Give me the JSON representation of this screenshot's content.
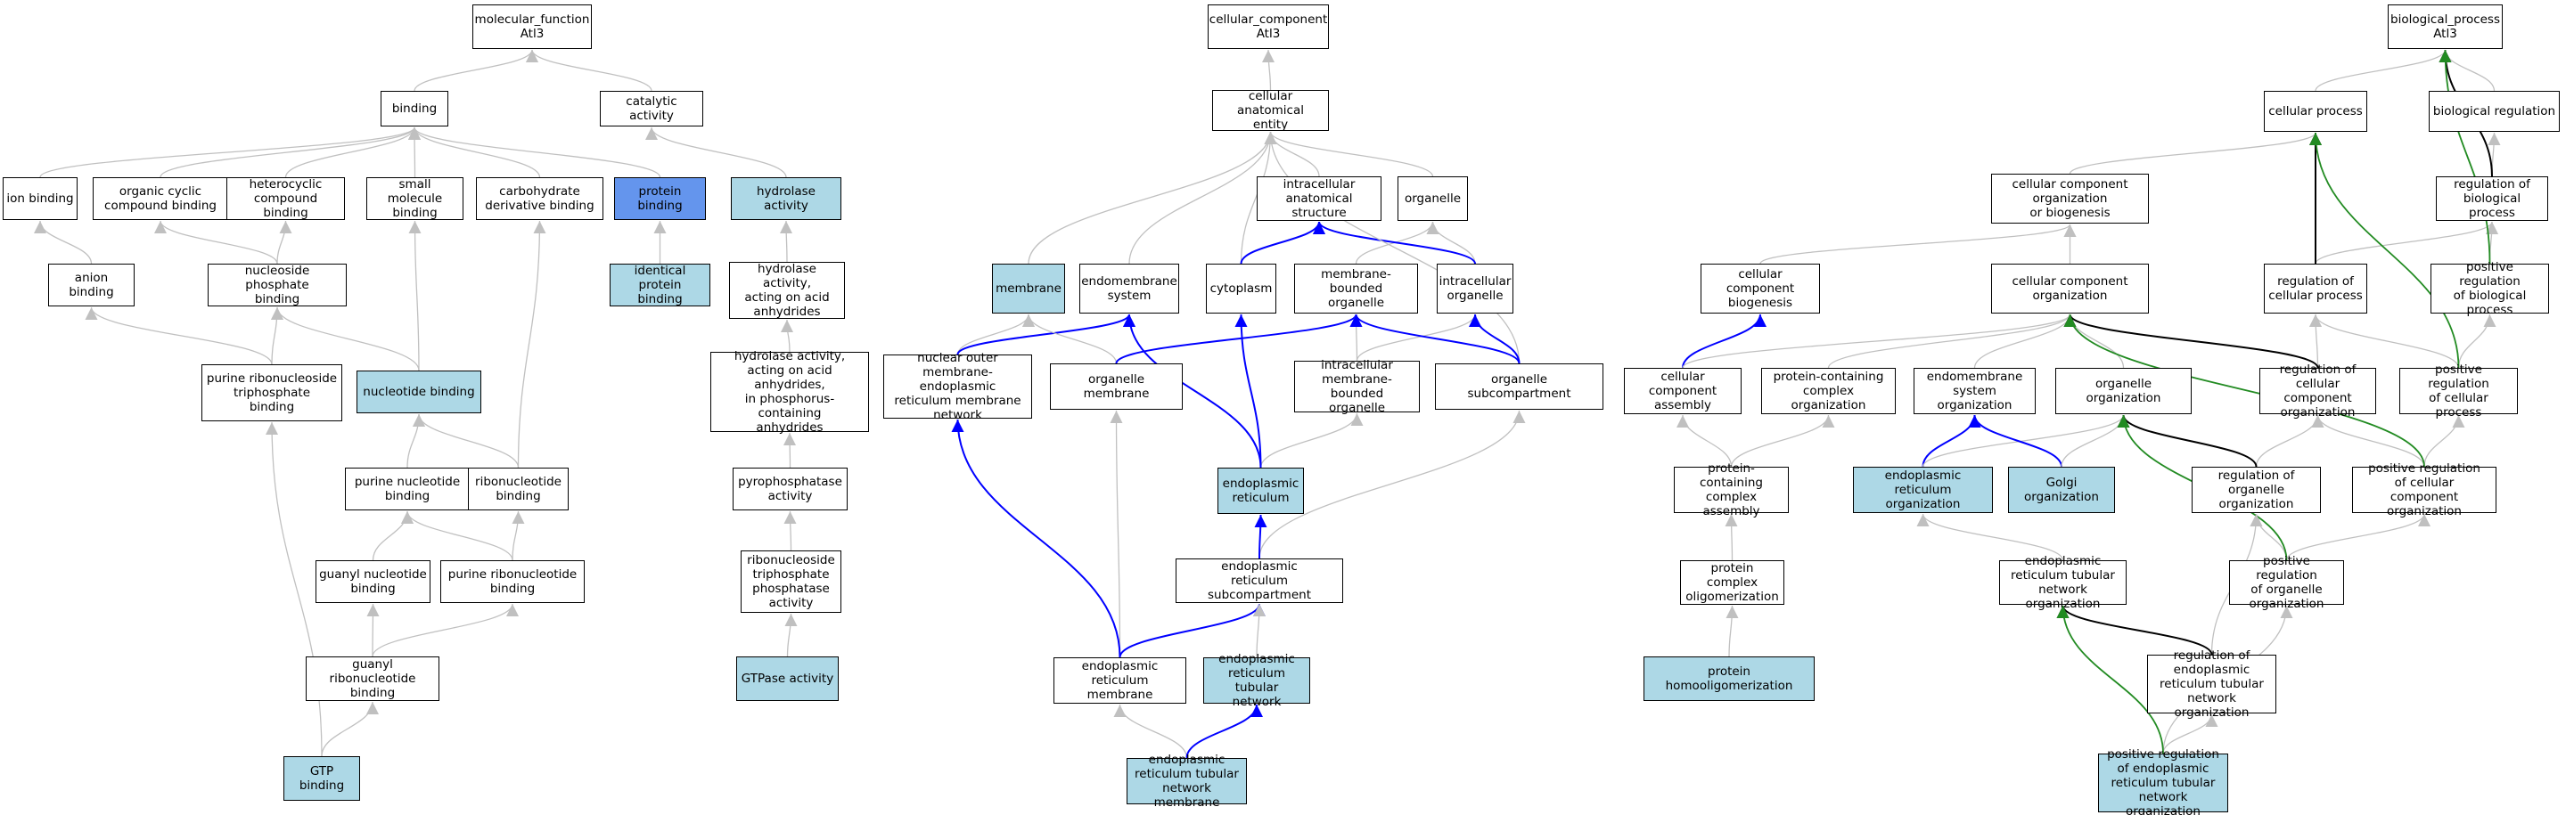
{
  "colors": {
    "node_fill": "#ffffff",
    "node_highlight": "#add8e6",
    "node_selected": "#6495ed",
    "edge_is_a": "#c0c0c0",
    "edge_part_of": "#0000ff",
    "edge_regulates": "#000000",
    "edge_positively_regulates": "#228b22"
  },
  "nodes": [
    {
      "id": "mf",
      "label": "molecular_function\nAtl3",
      "fill": "white"
    },
    {
      "id": "binding",
      "label": "binding",
      "fill": "white"
    },
    {
      "id": "catalytic",
      "label": "catalytic activity",
      "fill": "white"
    },
    {
      "id": "ionbind",
      "label": "ion binding",
      "fill": "white"
    },
    {
      "id": "orgcyclic",
      "label": "organic cyclic\ncompound binding",
      "fill": "white"
    },
    {
      "id": "heterocyclic",
      "label": "heterocyclic\ncompound binding",
      "fill": "white"
    },
    {
      "id": "smallmol",
      "label": "small molecule\nbinding",
      "fill": "white"
    },
    {
      "id": "carbo",
      "label": "carbohydrate\nderivative binding",
      "fill": "white"
    },
    {
      "id": "protbind",
      "label": "protein binding",
      "fill": "selected"
    },
    {
      "id": "hydrolase",
      "label": "hydrolase activity",
      "fill": "highlight"
    },
    {
      "id": "anion",
      "label": "anion binding",
      "fill": "white"
    },
    {
      "id": "nucphos",
      "label": "nucleoside phosphate\nbinding",
      "fill": "white"
    },
    {
      "id": "identprot",
      "label": "identical protein\nbinding",
      "fill": "highlight"
    },
    {
      "id": "hydacid",
      "label": "hydrolase activity,\nacting on acid\nanhydrides",
      "fill": "white"
    },
    {
      "id": "purribotri",
      "label": "purine ribonucleoside\ntriphosphate\nbinding",
      "fill": "white"
    },
    {
      "id": "nucbind",
      "label": "nucleotide binding",
      "fill": "highlight"
    },
    {
      "id": "hydphos",
      "label": "hydrolase activity,\nacting on acid\nanhydrides,\nin phosphorus-containing\nanhydrides",
      "fill": "white"
    },
    {
      "id": "purnuc",
      "label": "purine nucleotide\nbinding",
      "fill": "white"
    },
    {
      "id": "ribonuc",
      "label": "ribonucleotide\nbinding",
      "fill": "white"
    },
    {
      "id": "pyrophos",
      "label": "pyrophosphatase\nactivity",
      "fill": "white"
    },
    {
      "id": "guanylnuc",
      "label": "guanyl nucleotide\nbinding",
      "fill": "white"
    },
    {
      "id": "purribonuc",
      "label": "purine ribonucleotide\nbinding",
      "fill": "white"
    },
    {
      "id": "rntpase",
      "label": "ribonucleoside\ntriphosphate\nphosphatase\nactivity",
      "fill": "white"
    },
    {
      "id": "guanylribo",
      "label": "guanyl ribonucleotide\nbinding",
      "fill": "white"
    },
    {
      "id": "gtpase",
      "label": "GTPase activity",
      "fill": "highlight"
    },
    {
      "id": "gtpbind",
      "label": "GTP binding",
      "fill": "highlight"
    },
    {
      "id": "cc",
      "label": "cellular_component\nAtl3",
      "fill": "white"
    },
    {
      "id": "cae",
      "label": "cellular anatomical\nentity",
      "fill": "white"
    },
    {
      "id": "intraanat",
      "label": "intracellular\nanatomical structure",
      "fill": "white"
    },
    {
      "id": "organelle",
      "label": "organelle",
      "fill": "white"
    },
    {
      "id": "membrane",
      "label": "membrane",
      "fill": "highlight"
    },
    {
      "id": "endomem",
      "label": "endomembrane\nsystem",
      "fill": "white"
    },
    {
      "id": "cytoplasm",
      "label": "cytoplasm",
      "fill": "white"
    },
    {
      "id": "membbound",
      "label": "membrane-bounded\norganelle",
      "fill": "white"
    },
    {
      "id": "intraorg",
      "label": "intracellular\norganelle",
      "fill": "white"
    },
    {
      "id": "nucouter",
      "label": "nuclear outer\nmembrane-endoplasmic\nreticulum membrane\nnetwork",
      "fill": "white"
    },
    {
      "id": "orgmem",
      "label": "organelle membrane",
      "fill": "white"
    },
    {
      "id": "intramemb",
      "label": "intracellular\nmembrane-bounded\norganelle",
      "fill": "white"
    },
    {
      "id": "orgsub",
      "label": "organelle subcompartment",
      "fill": "white"
    },
    {
      "id": "er",
      "label": "endoplasmic\nreticulum",
      "fill": "highlight"
    },
    {
      "id": "ersub",
      "label": "endoplasmic\nreticulum subcompartment",
      "fill": "white"
    },
    {
      "id": "ermem",
      "label": "endoplasmic\nreticulum membrane",
      "fill": "white"
    },
    {
      "id": "ertubnet",
      "label": "endoplasmic\nreticulum tubular\nnetwork",
      "fill": "highlight"
    },
    {
      "id": "ertubmem",
      "label": "endoplasmic\nreticulum tubular\nnetwork membrane",
      "fill": "highlight"
    },
    {
      "id": "bp",
      "label": "biological_process\nAtl3",
      "fill": "white"
    },
    {
      "id": "cellproc",
      "label": "cellular process",
      "fill": "white"
    },
    {
      "id": "bioreg",
      "label": "biological regulation",
      "fill": "white"
    },
    {
      "id": "ccorgbio",
      "label": "cellular component\norganization\nor biogenesis",
      "fill": "white"
    },
    {
      "id": "regbio",
      "label": "regulation of\nbiological process",
      "fill": "white"
    },
    {
      "id": "ccbiogen",
      "label": "cellular component\nbiogenesis",
      "fill": "white"
    },
    {
      "id": "ccorg",
      "label": "cellular component\norganization",
      "fill": "white"
    },
    {
      "id": "regcellproc",
      "label": "regulation of\ncellular process",
      "fill": "white"
    },
    {
      "id": "posregbio",
      "label": "positive regulation\nof biological\nprocess",
      "fill": "white"
    },
    {
      "id": "ccassembly",
      "label": "cellular component\nassembly",
      "fill": "white"
    },
    {
      "id": "protcomplexorg",
      "label": "protein-containing\ncomplex organization",
      "fill": "white"
    },
    {
      "id": "endomemorg",
      "label": "endomembrane\nsystem organization",
      "fill": "white"
    },
    {
      "id": "orgorg",
      "label": "organelle organization",
      "fill": "white"
    },
    {
      "id": "regccorg",
      "label": "regulation of\ncellular component\norganization",
      "fill": "white"
    },
    {
      "id": "posregcell",
      "label": "positive regulation\nof cellular\nprocess",
      "fill": "white"
    },
    {
      "id": "protcomplexasm",
      "label": "protein-containing\ncomplex assembly",
      "fill": "white"
    },
    {
      "id": "erorg",
      "label": "endoplasmic\nreticulum organization",
      "fill": "highlight"
    },
    {
      "id": "golgiorg",
      "label": "Golgi organization",
      "fill": "highlight"
    },
    {
      "id": "regorgorg",
      "label": "regulation of\norganelle organization",
      "fill": "white"
    },
    {
      "id": "posregccorg",
      "label": "positive regulation\nof cellular\ncomponent organization",
      "fill": "white"
    },
    {
      "id": "protcomplexolig",
      "label": "protein complex\noligomerization",
      "fill": "white"
    },
    {
      "id": "ertuborg",
      "label": "endoplasmic\nreticulum tubular\nnetwork organization",
      "fill": "white"
    },
    {
      "id": "posregorgorg",
      "label": "positive regulation\nof organelle\norganization",
      "fill": "white"
    },
    {
      "id": "protolig",
      "label": "protein homooligomerization",
      "fill": "highlight"
    },
    {
      "id": "regertub",
      "label": "regulation of\nendoplasmic\nreticulum tubular\nnetwork organization",
      "fill": "white"
    },
    {
      "id": "posregertub",
      "label": "positive regulation\nof endoplasmic\nreticulum tubular\nnetwork organization",
      "fill": "highlight"
    }
  ],
  "edges": [
    {
      "from": "binding",
      "to": "mf",
      "type": "is_a"
    },
    {
      "from": "catalytic",
      "to": "mf",
      "type": "is_a"
    },
    {
      "from": "ionbind",
      "to": "binding",
      "type": "is_a"
    },
    {
      "from": "orgcyclic",
      "to": "binding",
      "type": "is_a"
    },
    {
      "from": "heterocyclic",
      "to": "binding",
      "type": "is_a"
    },
    {
      "from": "smallmol",
      "to": "binding",
      "type": "is_a"
    },
    {
      "from": "carbo",
      "to": "binding",
      "type": "is_a"
    },
    {
      "from": "protbind",
      "to": "binding",
      "type": "is_a"
    },
    {
      "from": "hydrolase",
      "to": "catalytic",
      "type": "is_a"
    },
    {
      "from": "anion",
      "to": "ionbind",
      "type": "is_a"
    },
    {
      "from": "nucphos",
      "to": "orgcyclic",
      "type": "is_a"
    },
    {
      "from": "nucphos",
      "to": "heterocyclic",
      "type": "is_a"
    },
    {
      "from": "identprot",
      "to": "protbind",
      "type": "is_a"
    },
    {
      "from": "hydacid",
      "to": "hydrolase",
      "type": "is_a"
    },
    {
      "from": "purribotri",
      "to": "anion",
      "type": "is_a"
    },
    {
      "from": "purribotri",
      "to": "nucphos",
      "type": "is_a"
    },
    {
      "from": "nucbind",
      "to": "nucphos",
      "type": "is_a"
    },
    {
      "from": "nucbind",
      "to": "smallmol",
      "type": "is_a"
    },
    {
      "from": "hydphos",
      "to": "hydacid",
      "type": "is_a"
    },
    {
      "from": "purnuc",
      "to": "nucbind",
      "type": "is_a"
    },
    {
      "from": "ribonuc",
      "to": "nucbind",
      "type": "is_a"
    },
    {
      "from": "ribonuc",
      "to": "carbo",
      "type": "is_a"
    },
    {
      "from": "pyrophos",
      "to": "hydphos",
      "type": "is_a"
    },
    {
      "from": "guanylnuc",
      "to": "purnuc",
      "type": "is_a"
    },
    {
      "from": "purribonuc",
      "to": "purnuc",
      "type": "is_a"
    },
    {
      "from": "purribonuc",
      "to": "ribonuc",
      "type": "is_a"
    },
    {
      "from": "rntpase",
      "to": "pyrophos",
      "type": "is_a"
    },
    {
      "from": "guanylribo",
      "to": "guanylnuc",
      "type": "is_a"
    },
    {
      "from": "guanylribo",
      "to": "purribonuc",
      "type": "is_a"
    },
    {
      "from": "gtpase",
      "to": "rntpase",
      "type": "is_a"
    },
    {
      "from": "gtpbind",
      "to": "guanylribo",
      "type": "is_a"
    },
    {
      "from": "gtpbind",
      "to": "purribotri",
      "type": "is_a"
    },
    {
      "from": "cae",
      "to": "cc",
      "type": "is_a"
    },
    {
      "from": "intraanat",
      "to": "cae",
      "type": "is_a"
    },
    {
      "from": "organelle",
      "to": "cae",
      "type": "is_a"
    },
    {
      "from": "membrane",
      "to": "cae",
      "type": "is_a"
    },
    {
      "from": "endomem",
      "to": "cae",
      "type": "is_a"
    },
    {
      "from": "cytoplasm",
      "to": "cae",
      "type": "is_a"
    },
    {
      "from": "cytoplasm",
      "to": "intraanat",
      "type": "part_of"
    },
    {
      "from": "membbound",
      "to": "organelle",
      "type": "is_a"
    },
    {
      "from": "intraorg",
      "to": "organelle",
      "type": "is_a"
    },
    {
      "from": "intraorg",
      "to": "intraanat",
      "type": "part_of"
    },
    {
      "from": "nucouter",
      "to": "membrane",
      "type": "is_a"
    },
    {
      "from": "nucouter",
      "to": "endomem",
      "type": "part_of"
    },
    {
      "from": "orgmem",
      "to": "membrane",
      "type": "is_a"
    },
    {
      "from": "orgmem",
      "to": "membbound",
      "type": "part_of"
    },
    {
      "from": "intramemb",
      "to": "membbound",
      "type": "is_a"
    },
    {
      "from": "intramemb",
      "to": "intraorg",
      "type": "is_a"
    },
    {
      "from": "orgsub",
      "to": "cae",
      "type": "is_a"
    },
    {
      "from": "orgsub",
      "to": "membbound",
      "type": "part_of"
    },
    {
      "from": "orgsub",
      "to": "intraorg",
      "type": "part_of"
    },
    {
      "from": "er",
      "to": "intramemb",
      "type": "is_a"
    },
    {
      "from": "er",
      "to": "endomem",
      "type": "part_of"
    },
    {
      "from": "er",
      "to": "cytoplasm",
      "type": "part_of"
    },
    {
      "from": "ersub",
      "to": "orgsub",
      "type": "is_a"
    },
    {
      "from": "ersub",
      "to": "er",
      "type": "part_of"
    },
    {
      "from": "ermem",
      "to": "orgmem",
      "type": "is_a"
    },
    {
      "from": "ermem",
      "to": "nucouter",
      "type": "part_of"
    },
    {
      "from": "ermem",
      "to": "ersub",
      "type": "part_of"
    },
    {
      "from": "ertubnet",
      "to": "ersub",
      "type": "is_a"
    },
    {
      "from": "ertubmem",
      "to": "ermem",
      "type": "is_a"
    },
    {
      "from": "ertubmem",
      "to": "ertubnet",
      "type": "part_of"
    },
    {
      "from": "cellproc",
      "to": "bp",
      "type": "is_a"
    },
    {
      "from": "bioreg",
      "to": "bp",
      "type": "is_a"
    },
    {
      "from": "ccorgbio",
      "to": "cellproc",
      "type": "is_a"
    },
    {
      "from": "regbio",
      "to": "bioreg",
      "type": "is_a"
    },
    {
      "from": "regbio",
      "to": "bp",
      "type": "regulates"
    },
    {
      "from": "ccbiogen",
      "to": "ccorgbio",
      "type": "is_a"
    },
    {
      "from": "ccorg",
      "to": "ccorgbio",
      "type": "is_a"
    },
    {
      "from": "regcellproc",
      "to": "regbio",
      "type": "is_a"
    },
    {
      "from": "regcellproc",
      "to": "cellproc",
      "type": "regulates"
    },
    {
      "from": "posregbio",
      "to": "regbio",
      "type": "is_a"
    },
    {
      "from": "posregbio",
      "to": "bp",
      "type": "positively_regulates"
    },
    {
      "from": "ccassembly",
      "to": "ccbiogen",
      "type": "part_of"
    },
    {
      "from": "ccassembly",
      "to": "ccorg",
      "type": "is_a"
    },
    {
      "from": "protcomplexorg",
      "to": "ccorg",
      "type": "is_a"
    },
    {
      "from": "endomemorg",
      "to": "ccorg",
      "type": "is_a"
    },
    {
      "from": "orgorg",
      "to": "ccorg",
      "type": "is_a"
    },
    {
      "from": "regccorg",
      "to": "regcellproc",
      "type": "is_a"
    },
    {
      "from": "regccorg",
      "to": "ccorg",
      "type": "regulates"
    },
    {
      "from": "posregcell",
      "to": "regcellproc",
      "type": "is_a"
    },
    {
      "from": "posregcell",
      "to": "posregbio",
      "type": "is_a"
    },
    {
      "from": "posregcell",
      "to": "cellproc",
      "type": "positively_regulates"
    },
    {
      "from": "protcomplexasm",
      "to": "ccassembly",
      "type": "is_a"
    },
    {
      "from": "protcomplexasm",
      "to": "protcomplexorg",
      "type": "is_a"
    },
    {
      "from": "erorg",
      "to": "endomemorg",
      "type": "part_of"
    },
    {
      "from": "erorg",
      "to": "orgorg",
      "type": "is_a"
    },
    {
      "from": "golgiorg",
      "to": "endomemorg",
      "type": "part_of"
    },
    {
      "from": "golgiorg",
      "to": "orgorg",
      "type": "is_a"
    },
    {
      "from": "regorgorg",
      "to": "regccorg",
      "type": "is_a"
    },
    {
      "from": "regorgorg",
      "to": "orgorg",
      "type": "regulates"
    },
    {
      "from": "posregccorg",
      "to": "regccorg",
      "type": "is_a"
    },
    {
      "from": "posregccorg",
      "to": "posregcell",
      "type": "is_a"
    },
    {
      "from": "posregccorg",
      "to": "ccorg",
      "type": "positively_regulates"
    },
    {
      "from": "protcomplexolig",
      "to": "protcomplexasm",
      "type": "is_a"
    },
    {
      "from": "ertuborg",
      "to": "erorg",
      "type": "is_a"
    },
    {
      "from": "posregorgorg",
      "to": "regorgorg",
      "type": "is_a"
    },
    {
      "from": "posregorgorg",
      "to": "posregccorg",
      "type": "is_a"
    },
    {
      "from": "posregorgorg",
      "to": "orgorg",
      "type": "positively_regulates"
    },
    {
      "from": "protolig",
      "to": "protcomplexolig",
      "type": "is_a"
    },
    {
      "from": "regertub",
      "to": "regorgorg",
      "type": "is_a"
    },
    {
      "from": "regertub",
      "to": "ertuborg",
      "type": "regulates"
    },
    {
      "from": "posregertub",
      "to": "regertub",
      "type": "is_a"
    },
    {
      "from": "posregertub",
      "to": "posregorgorg",
      "type": "is_a"
    },
    {
      "from": "posregertub",
      "to": "ertuborg",
      "type": "positively_regulates"
    }
  ]
}
